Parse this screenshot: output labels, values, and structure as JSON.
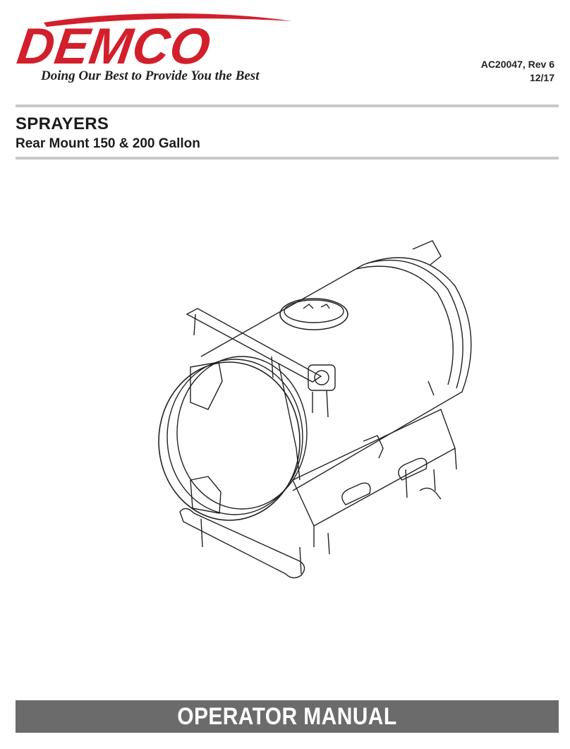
{
  "brand": {
    "logo_text": "DEMCO",
    "tagline": "Doing Our Best to Provide You the Best",
    "logo_color": "#d31f2b"
  },
  "doc": {
    "number": "AC20047, Rev 6",
    "date": "12/17"
  },
  "heading": {
    "title": "SPRAYERS",
    "subtitle": "Rear Mount 150 & 200 Gallon"
  },
  "illustration": {
    "subject": "rear-mount-sprayer-tank-icon"
  },
  "footer": {
    "label": "OPERATOR MANUAL",
    "background": "#6b6b6b"
  }
}
